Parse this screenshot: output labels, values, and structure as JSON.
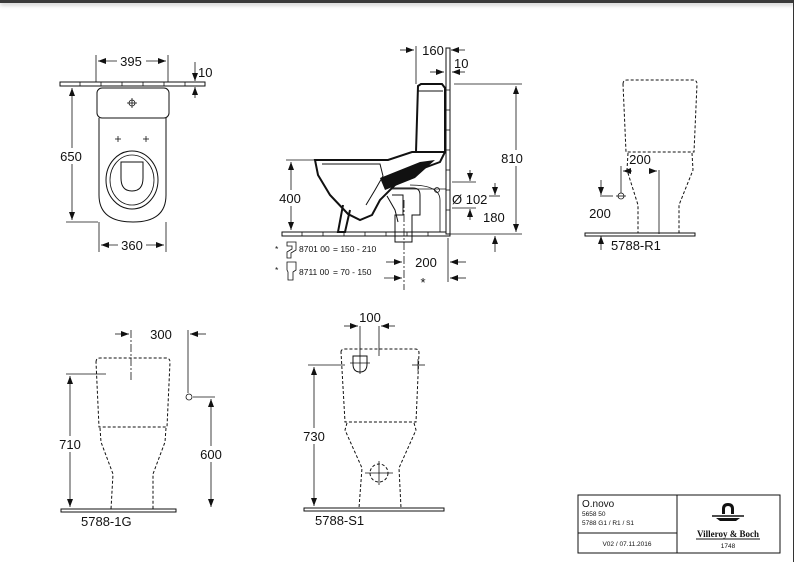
{
  "top_view": {
    "width_top": "395",
    "offset_wall": "10",
    "depth": "650",
    "width_bottom": "360"
  },
  "side_view": {
    "tank_depth": "160",
    "wall_gap": "10",
    "total_height": "810",
    "seat_height": "400",
    "outlet_diameter": "Ø 102",
    "outlet_height": "180",
    "outlet_distance": "200",
    "asterisk": "*",
    "options": [
      {
        "marker": "*",
        "code": "8701 00",
        "range": "= 150 - 210"
      },
      {
        "marker": "*",
        "code": "8711 00",
        "range": "= 70 -  150"
      }
    ]
  },
  "r1_view": {
    "horizontal_offset": "200",
    "vertical_offset": "200",
    "label": "5788-R1"
  },
  "g1_view": {
    "horizontal_offset": "300",
    "total_height": "710",
    "inlet_height": "600",
    "label": "5788-1G"
  },
  "s1_view": {
    "horizontal_offset": "100",
    "total_height": "730",
    "label": "5788-S1"
  },
  "title_block": {
    "product_name": "O.novo",
    "article_number": "5658 50",
    "variants": "5788 G1 / R1 / S1",
    "version": "V02 / 07.11.2016",
    "brand": "Villeroy & Boch",
    "brand_year": "1748"
  }
}
